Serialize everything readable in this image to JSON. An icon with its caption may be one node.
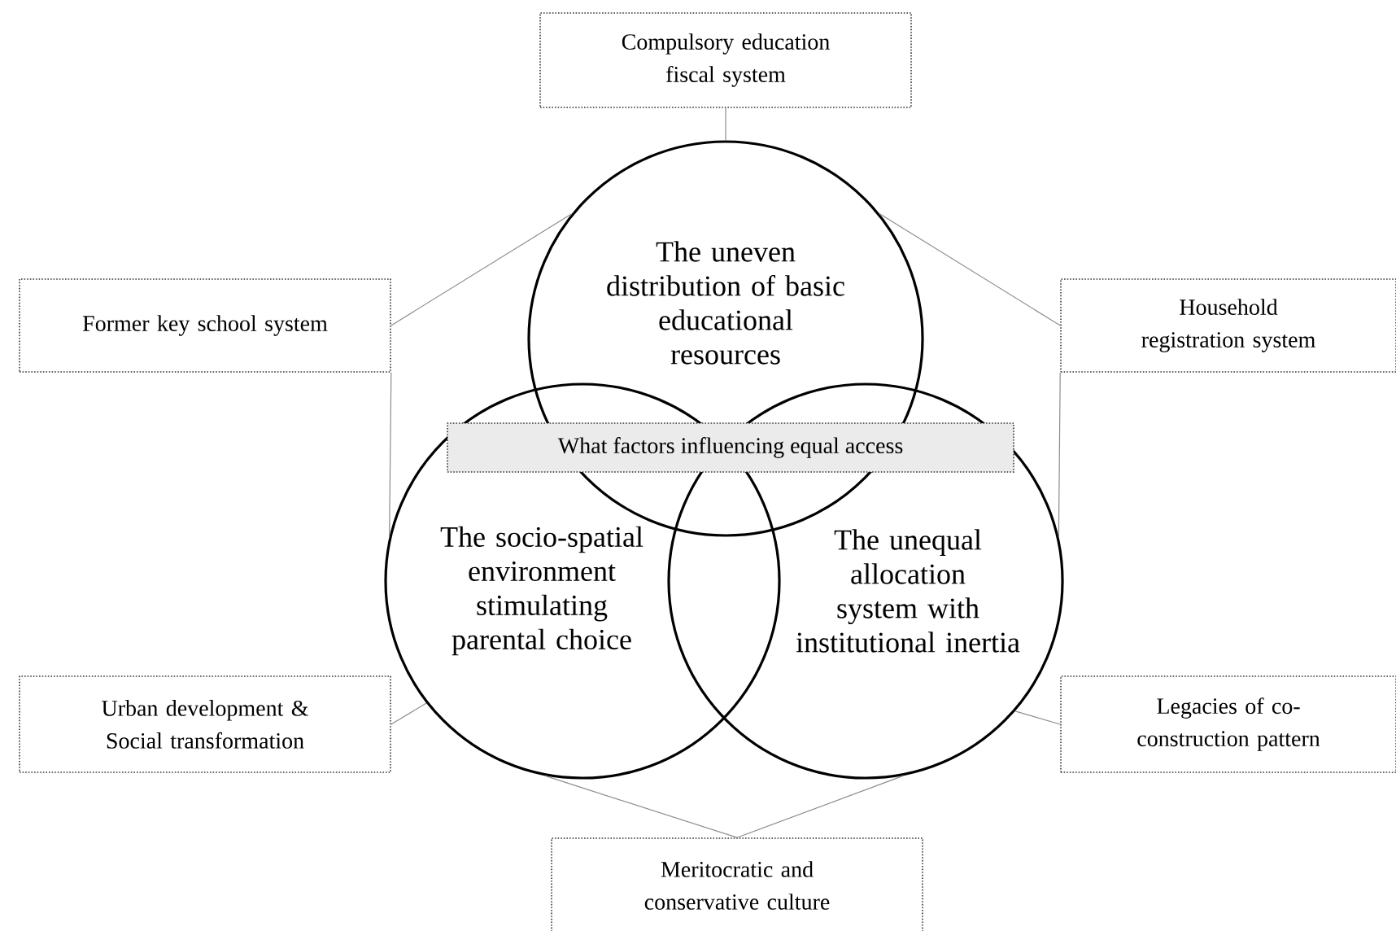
{
  "diagram": {
    "nodes": [
      {
        "text": [
          "Compulsory education fiscal system"
        ]
      },
      {
        "text": [
          "Former key school system"
        ]
      },
      {
        "text": [
          "The uneven distribution of basic educational resources"
        ]
      },
      {
        "text": [
          "Household registration system"
        ]
      },
      {
        "text": [
          "What factors influencing equal access"
        ]
      },
      {
        "text": [
          "The socio-spatial environment stimulating parental choice"
        ]
      },
      {
        "text": [
          "The unequal allocation system with institutional inertia"
        ]
      },
      {
        "text": [
          "Urban development & Social transformation"
        ]
      },
      {
        "text": [
          "Legacies of co-construction pattern"
        ]
      },
      {
        "text": [
          "Meritocratic and conservative culture"
        ]
      }
    ],
    "edges": [
      {
        "from": 0,
        "to": 2,
        "arrow": "none"
      },
      {
        "from": 1,
        "to": 2,
        "arrow": "none"
      },
      {
        "from": 1,
        "to": 5,
        "arrow": "none"
      },
      {
        "from": 3,
        "to": 2,
        "arrow": "none"
      },
      {
        "from": 3,
        "to": 6,
        "arrow": "none"
      },
      {
        "from": 7,
        "to": 5,
        "arrow": "none"
      },
      {
        "from": 8,
        "to": 6,
        "arrow": "none"
      },
      {
        "from": 9,
        "to": 5,
        "arrow": "none"
      },
      {
        "from": 9,
        "to": 6,
        "arrow": "none"
      }
    ]
  }
}
